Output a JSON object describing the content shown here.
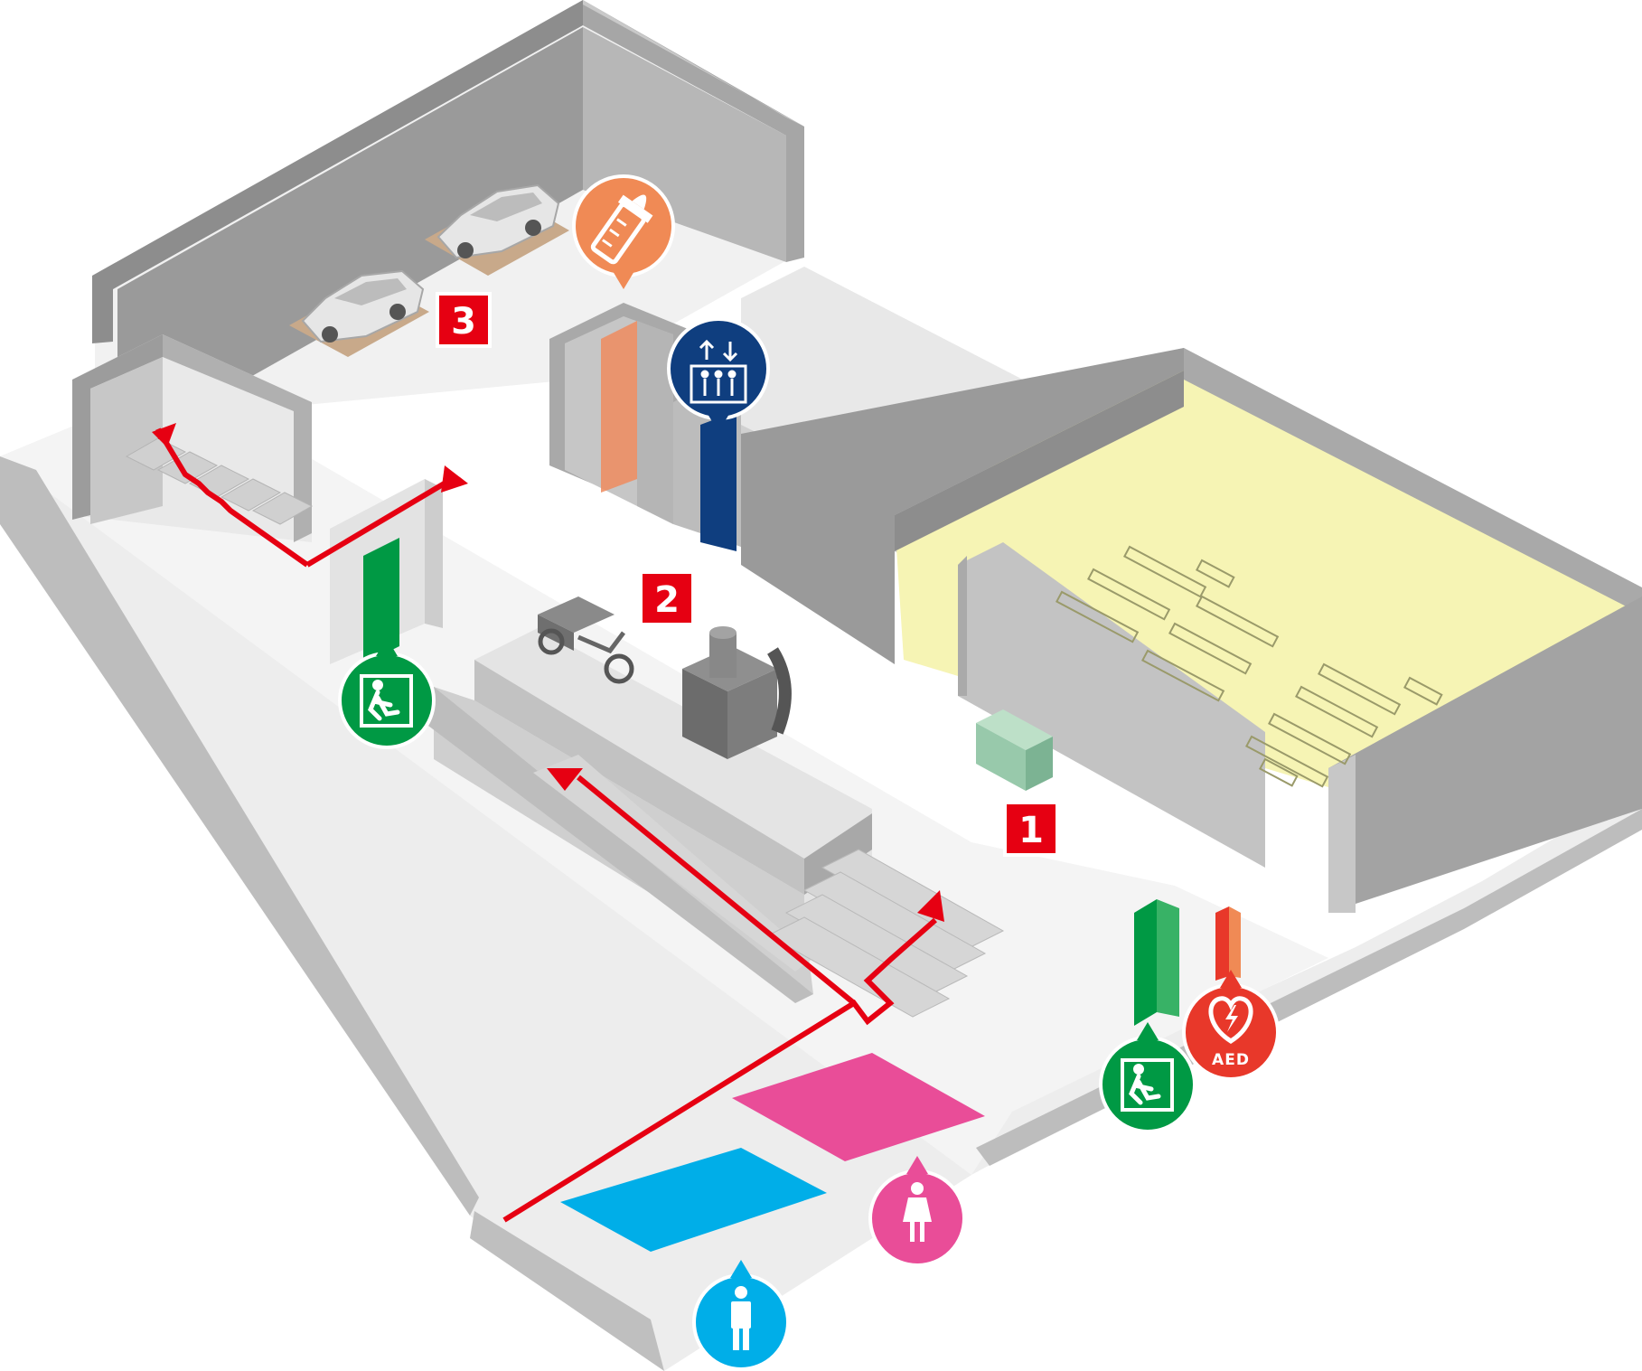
{
  "areas": [
    {
      "label": "1"
    },
    {
      "label": "2"
    },
    {
      "label": "3"
    }
  ],
  "icons": {
    "aed": {
      "label": "AED"
    },
    "emergency_exit": "emergency-exit-icon",
    "elevator": "elevator-icon",
    "nursing": "baby-bottle-icon",
    "mens_toilet": "male-toilet-icon",
    "womens_toilet": "female-toilet-icon"
  },
  "colors": {
    "area_label": "#e60012",
    "evacuation_route": "#e60012",
    "exit": "#009944",
    "aed": "#e8382a",
    "elevator": "#0f3e7f",
    "nursing": "#f08a55",
    "mens_toilet": "#00aee8",
    "womens_toilet": "#e94d98",
    "seating": "#f6f4b4"
  }
}
